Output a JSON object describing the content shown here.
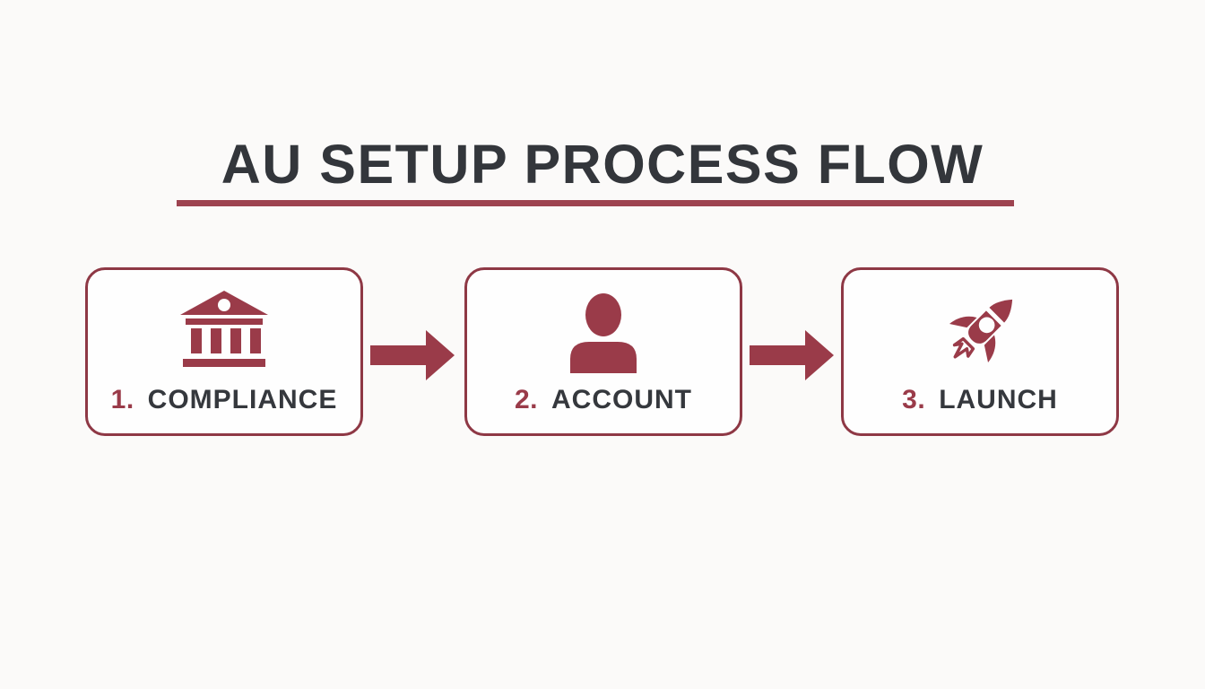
{
  "title": {
    "text": "AU SETUP PROCESS FLOW"
  },
  "colors": {
    "maroon": "#9a3b49",
    "box_border": "#8e3845",
    "underline": "#9d4350",
    "title_text": "#33363b",
    "label_text": "#35383d",
    "page_bg": "#fbfaf9",
    "box_bg": "#fefefe"
  },
  "steps": [
    {
      "number": "1.",
      "label": "COMPLIANCE",
      "icon": "bank-icon"
    },
    {
      "number": "2.",
      "label": "ACCOUNT",
      "icon": "person-icon"
    },
    {
      "number": "3.",
      "label": "LAUNCH",
      "icon": "rocket-icon"
    }
  ],
  "connectors": [
    {
      "type": "arrow-right"
    },
    {
      "type": "arrow-right"
    }
  ]
}
